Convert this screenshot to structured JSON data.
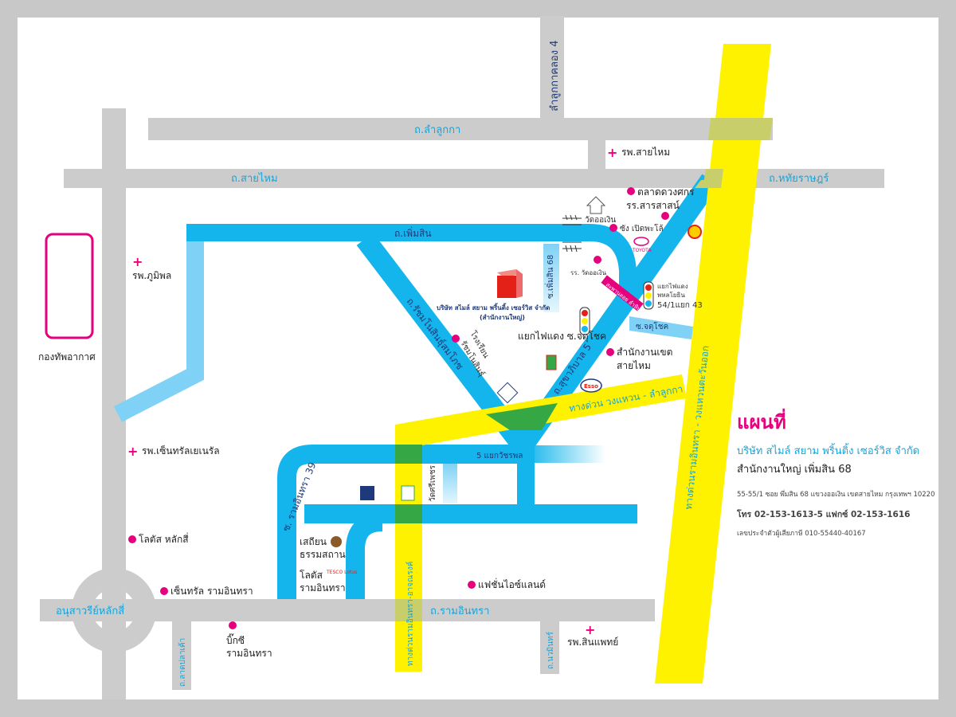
{
  "info": {
    "title": "แผนที่",
    "company": "บริษัท สไมล์ สยาม พริ้นติ้ง เซอร์วิส จำกัด",
    "hq": "สำนักงานใหญ่ เพิ่มสิน 68",
    "address": "55-55/1 ซอย พึ่มสิน 68 แขวงออเงิน เขตสายไหม กรุงเทพฯ 10220",
    "phone": "โทร 02-153-1613-5 แฟกซ์ 02-153-1616",
    "tax_id": "เลขประจำตัวผู้เสียภาษี 010-55440-40167"
  },
  "roads": {
    "lumlukka4": "ลำลูกกาคลอง 4",
    "lumlukka": "ถ.ลำลูกกา",
    "saimai": "ถ.สายไหม",
    "hathairat": "ถ.หทัยราษฎร์",
    "phermsin": "ถ.เพิ่มสิน",
    "phermsin68": "ซ.เพิ่มสิน 68",
    "rerm_road": "ถ.รัชมโนสินธุ์สมโภช",
    "sukhaphiban5": "ถ.สุขาภิบาล 5",
    "jatuchot": "ซ.จตุโชค",
    "expressway_lumlukka": "ทางด่วน วงแหวน - ลำลูกกา",
    "expressway_ring": "ทางด่วนรามอินทรา - วงแหวนตะวันออก",
    "ramintra39": "ซ. รามอินทรา 39",
    "five_junction": "5 แยกวัชรพล",
    "wat_sriwong": "วัดศรีเพชร",
    "ramintra": "ถ.รามอินทรา",
    "expressway_atnarong": "ทางด่วนรามอินทรา-อาจณรงค์",
    "anusawari": "อนุสาวรีย์หลักสี่",
    "lang_plakhao": "ถ.ลาดปลาเค้า",
    "navamin": "ถ.นวมินทร์"
  },
  "places": {
    "rp_saimai": "รพ.สายไหม",
    "talad_duangkamon": "ตลาดดวงศกร",
    "rr_saransat": "รร.สารสาสน์",
    "wat_ao_ngoen": "วัดออเงิน",
    "toyota": "ซัง เปิดพะโล้",
    "toyota_logo": "TOYOTA",
    "shell": "Shell",
    "rr_ao_ngoen": "รร. วัดออเงิน",
    "saimai_bridge": "สะพานลอย ลำหิน",
    "light_junction_1": "แยกไฟแดง",
    "light_junction_2": "พหลโยธิน",
    "light_junction_3": "54/1แยก 43",
    "company_name": "บริษัท สไมล์ สยาม พริ้นติ้ง เซอร์วิส จำกัด",
    "company_sub": "(สำนักงานใหญ่)",
    "light_jatuchot": "แยกไฟแดง ซ.จตุโชค",
    "school_1": "โรงเรียน",
    "school_2": "รัชมโนสินธุ์",
    "office_1": "สำนักงานเขต",
    "office_2": "สายไหม",
    "esso": "Esso",
    "rp_bhumibol": "รพ.ภูมิพล",
    "airforce": "กองทัพอากาศ",
    "rp_central": "รพ.เซ็นทรัลเยเนรัล",
    "lotus_laksi": "โลตัส หลักสี่",
    "setthiyan_1": "เสถียน",
    "setthiyan_2": "ธรรมสถาน",
    "lotus_ram_1": "โลตัส",
    "lotus_ram_2": "รามอินทรา",
    "tesco": "TESCO Lotus",
    "central_ram": "เซ็นทรัล รามอินทรา",
    "fashion_island": "แฟชั่นไอซ์แลนด์",
    "bigc_1": "บิ๊กซี",
    "bigc_2": "รามอินทรา",
    "rp_sinphaet": "รพ.สินแพทย์"
  },
  "colors": {
    "grey_road": "#cccccc",
    "blue_road": "#14b5ec",
    "light_blue": "#7fd2f5",
    "yellow_road": "#fff200",
    "green_overlap": "#35a845",
    "magenta": "#e6007e"
  }
}
